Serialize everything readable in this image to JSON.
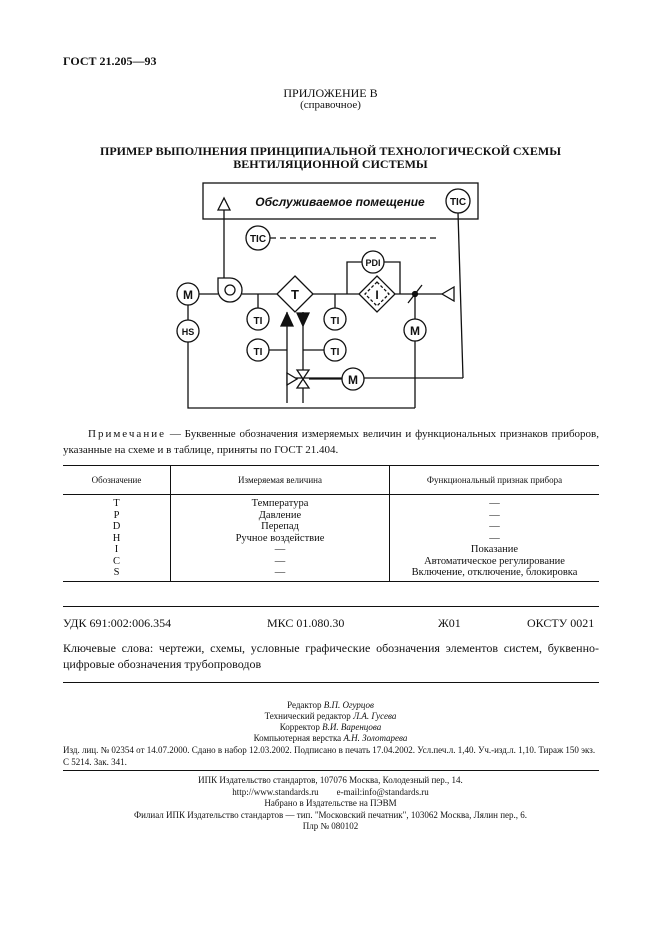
{
  "header": {
    "standard": "ГОСТ 21.205—93"
  },
  "appendix": {
    "title": "ПРИЛОЖЕНИЕ В",
    "subtitle": "(справочное)"
  },
  "title": {
    "line1": "ПРИМЕР ВЫПОЛНЕНИЯ ПРИНЦИПИАЛЬНОЙ ТЕХНОЛОГИЧЕСКОЙ СХЕМЫ",
    "line2": "ВЕНТИЛЯЦИОННОЙ СИСТЕМЫ"
  },
  "diagram": {
    "room_label": "Обслуживаемое помещение",
    "instruments": {
      "tic_room": "TIC",
      "tic_duct": "TIC",
      "pdi": "PDI",
      "ti_1": "TI",
      "ti_2": "TI",
      "ti_3": "TI",
      "ti_4": "TI",
      "m_fan": "M",
      "m_damper": "M",
      "m_valve": "M",
      "hs": "HS"
    },
    "heater_label": "T",
    "filter_label": "I"
  },
  "note": {
    "label": "Примечание",
    "text": " — Буквенные обозначения измеряемых величин и функциональных признаков приборов, указанные на схеме и в таблице, приняты по ГОСТ 21.404."
  },
  "table": {
    "headers": [
      "Обозначение",
      "Измеряемая величина",
      "Функциональный признак прибора"
    ],
    "rows": [
      [
        "T",
        "Температура",
        "—"
      ],
      [
        "P",
        "Давление",
        "—"
      ],
      [
        "D",
        "Перепад",
        "—"
      ],
      [
        "H",
        "Ручное воздействие",
        "—"
      ],
      [
        "I",
        "—",
        "Показание"
      ],
      [
        "C",
        "—",
        "Автоматическое регулирование"
      ],
      [
        "S",
        "—",
        "Включение, отключение, блокировка"
      ]
    ]
  },
  "classification": {
    "udk": "УДК 691:002:006.354",
    "mks": "МКС 01.080.30",
    "group": "Ж01",
    "okstu": "ОКСТУ 0021"
  },
  "keywords": "Ключевые слова: чертежи, схемы, условные графические обозначения элементов систем, буквенно-цифровые обозначения трубопроводов",
  "staff": [
    {
      "role": "Редактор",
      "name": "В.П. Огурцов"
    },
    {
      "role": "Технический редактор",
      "name": "Л.А. Гусева"
    },
    {
      "role": "Корректор",
      "name": "В.И. Варенцова"
    },
    {
      "role": "Компьютерная верстка",
      "name": "А.Н. Золотарева"
    }
  ],
  "imprint": "Изд. лиц. № 02354 от 14.07.2000. Сдано в набор 12.03.2002. Подписано в печать 17.04.2002. Усл.печ.л. 1,40. Уч.-изд.л. 1,10. Тираж 150 экз. С 5214. Зак. 341.",
  "publisher": {
    "line1": "ИПК Издательство стандартов, 107076 Москва, Колодезный пер., 14.",
    "line2": "http://www.standards.ru        e-mail:info@standards.ru",
    "line3": "Набрано в Издательстве на ПЭВМ",
    "line4": "Филиал ИПК Издательство стандартов — тип. \"Московский печатник\", 103062 Москва, Лялин пер., 6.",
    "line5": "Плр № 080102"
  }
}
